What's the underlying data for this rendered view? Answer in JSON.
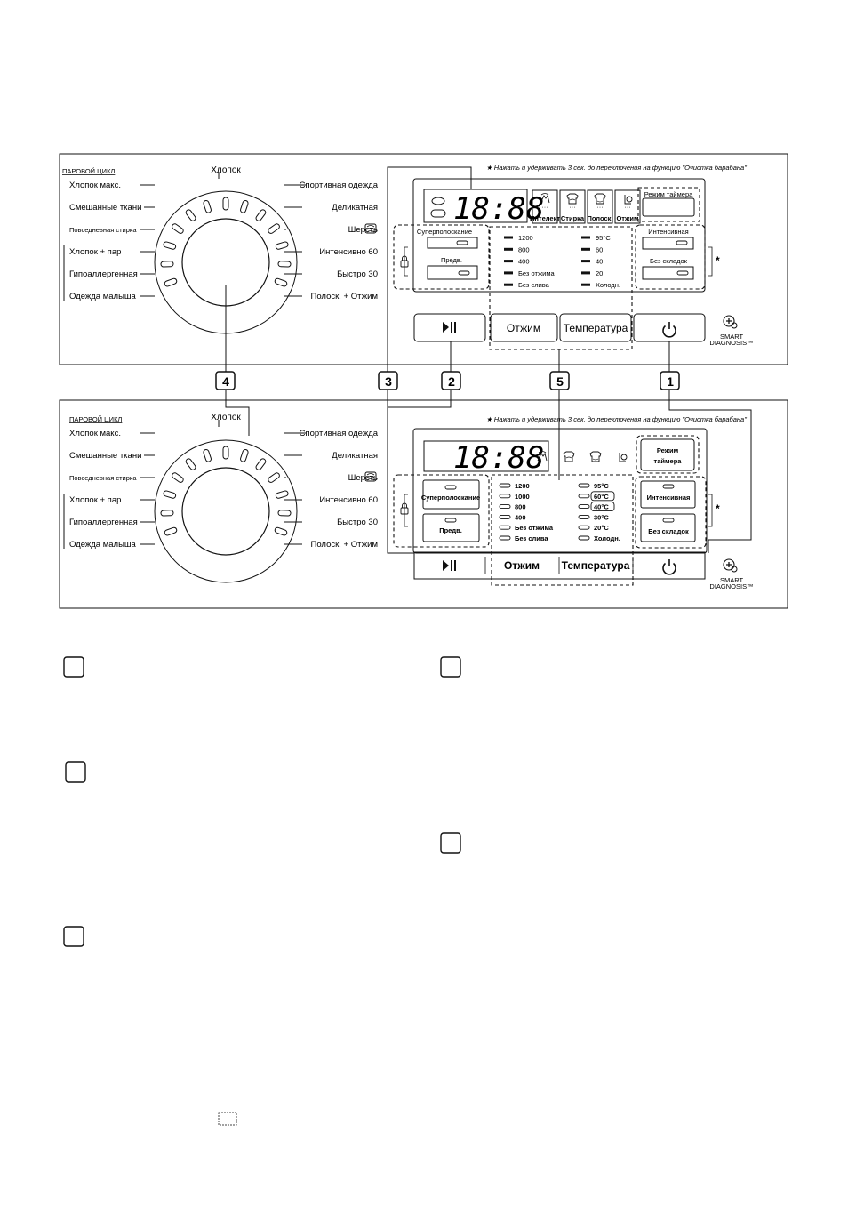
{
  "note_text": "★ Нажать и удерживать 3 сек. до переключения на функцию  \"Очистка барабана\"",
  "dial": {
    "steam_header": "ПАРОВОЙ ЦИКЛ",
    "top": "Хлопок",
    "left": [
      "Хлопок макс.",
      "Смешанные ткани",
      "Повседневная стирка",
      "Хлопок + пар",
      "Гипоаллергенная",
      "Одежда малыша"
    ],
    "right": [
      "Спортивная одежда",
      "Деликатная",
      "Шерсть",
      "Интенсивно 60",
      "Быстро 30",
      "Полоск. + Отжим"
    ]
  },
  "display": {
    "digits": "18:88",
    "upper_icon_labels": [
      "Интелект",
      "Стирка",
      "Полоск.",
      "Отжим"
    ]
  },
  "buttons": {
    "timer_upper": "Режим таймера",
    "timer_lower": [
      "Режим",
      "таймера"
    ],
    "super_rinse": "Суперполоскание",
    "prewash": "Предв.",
    "intensive": "Интенсивная",
    "no_crease": "Без складок",
    "spin": "Отжим",
    "temperature": "Температура",
    "smart_line1": "SMART",
    "smart_line2": "DIAGNOSIS™"
  },
  "spin_upper": [
    "1200",
    "800",
    "400",
    "Без отжима",
    "Без слива"
  ],
  "temp_upper": [
    "95°C",
    "60",
    "40",
    "20",
    "Холодн."
  ],
  "spin_lower": [
    "1200",
    "1000",
    "800",
    "400",
    "Без отжима",
    "Без слива"
  ],
  "temp_lower": [
    "95°C",
    "60°C",
    "40°C",
    "30°C",
    "20°C",
    "Холодн."
  ],
  "callouts": [
    "4",
    "3",
    "2",
    "5",
    "1"
  ],
  "star": "*"
}
